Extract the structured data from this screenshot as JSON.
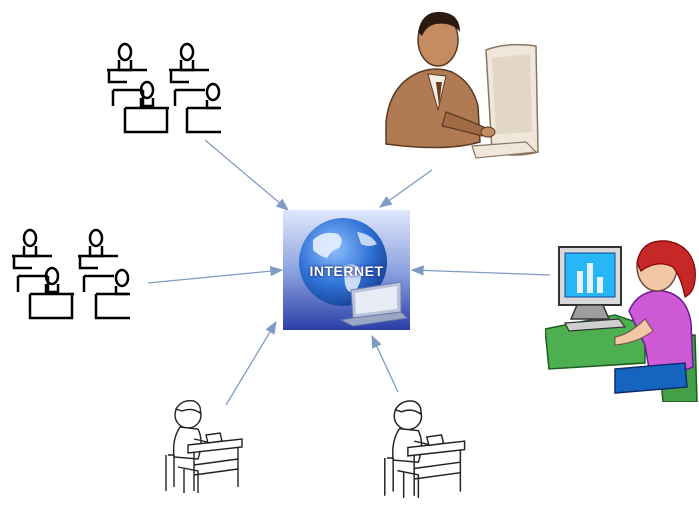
{
  "hub": {
    "label": "INTERNET",
    "colors": {
      "bg_light": "#c9d6f5",
      "bg_dark": "#2a3fa8",
      "globe": "#2f72d6",
      "land": "#e8f0ff",
      "laptop": "#b9c3d9"
    }
  },
  "nodes": [
    {
      "id": "office-group-top-left",
      "icon": "office-workers-group-icon"
    },
    {
      "id": "businessman-computer",
      "icon": "businessman-at-computer-icon"
    },
    {
      "id": "office-group-left",
      "icon": "office-workers-group-icon"
    },
    {
      "id": "woman-computer",
      "icon": "woman-at-computer-icon"
    },
    {
      "id": "student-bottom-left",
      "icon": "student-at-desk-icon"
    },
    {
      "id": "student-bottom-right",
      "icon": "student-at-desk-icon"
    }
  ],
  "connector_color": "#7f9bc4"
}
